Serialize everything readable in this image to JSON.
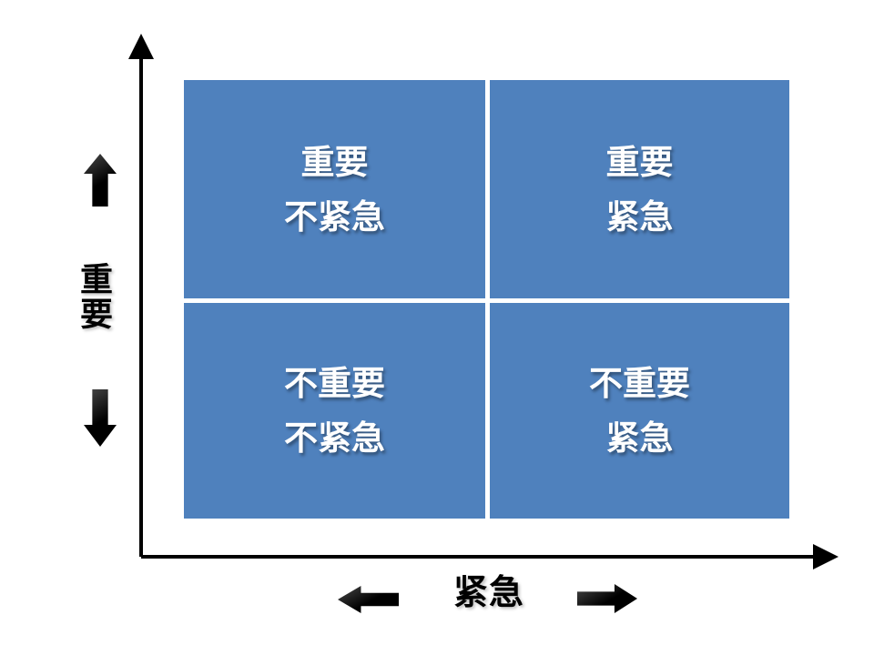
{
  "colors": {
    "background": "#FFFFFF",
    "quadrant_fill": "#4F81BD",
    "quadrant_text": "#FFFFFF",
    "axis": "#000000"
  },
  "axes": {
    "y": {
      "label": "重要"
    },
    "x": {
      "label": "紧急"
    }
  },
  "quadrants": {
    "top_left": {
      "line1": "重要",
      "line2": "不紧急"
    },
    "top_right": {
      "line1": "重要",
      "line2": "紧急"
    },
    "bottom_left": {
      "line1": "不重要",
      "line2": "不紧急"
    },
    "bottom_right": {
      "line1": "不重要",
      "line2": "紧急"
    }
  },
  "icons": {
    "y_axis_arrowhead": "up-line-arrowhead",
    "x_axis_arrowhead": "right-line-arrowhead",
    "up_arrow": "up-block-arrow",
    "down_arrow": "down-block-arrow",
    "left_arrow": "left-block-arrow",
    "right_arrow": "right-block-arrow"
  }
}
